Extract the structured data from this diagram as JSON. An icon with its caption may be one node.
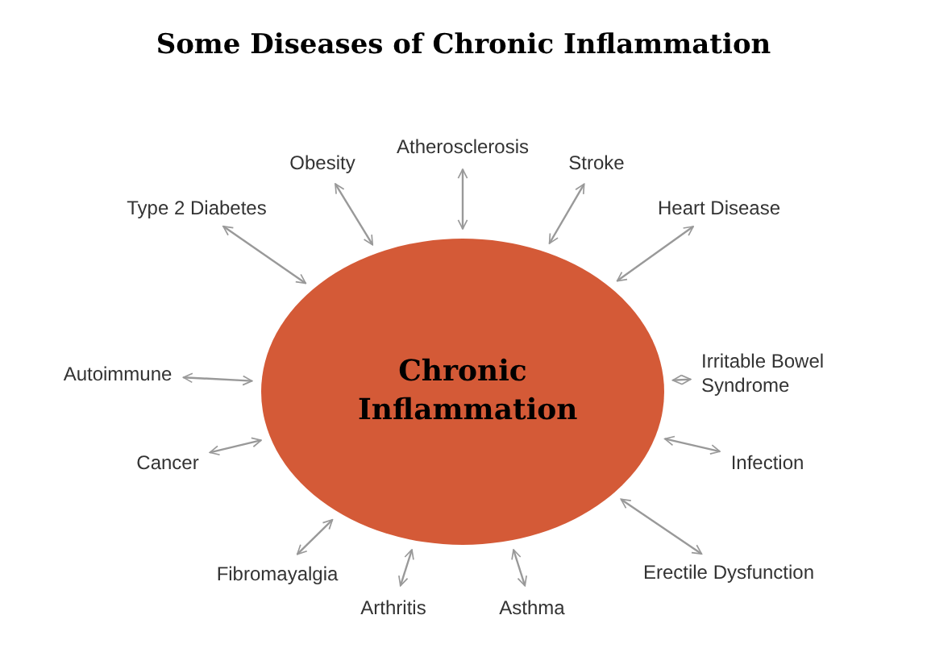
{
  "diagram": {
    "title": "Some Diseases of Chronic Inflammation",
    "nodes": [
      {
        "text": [
          "Chronic Inflammation"
        ]
      },
      {
        "text": [
          "Atherosclerosis"
        ]
      },
      {
        "text": [
          "Obesity"
        ]
      },
      {
        "text": [
          "Stroke"
        ]
      },
      {
        "text": [
          "Type 2 Diabetes"
        ]
      },
      {
        "text": [
          "Heart Disease"
        ]
      },
      {
        "text": [
          "Autoimmune"
        ]
      },
      {
        "text": [
          "Irritable Bowel Syndrome"
        ]
      },
      {
        "text": [
          "Cancer"
        ]
      },
      {
        "text": [
          "Infection"
        ]
      },
      {
        "text": [
          "Fibromayalgia"
        ]
      },
      {
        "text": [
          "Erectile Dysfunction"
        ]
      },
      {
        "text": [
          "Arthritis"
        ]
      },
      {
        "text": [
          "Asthma"
        ]
      }
    ],
    "edges": [
      {
        "from": 0,
        "to": 1,
        "arrow": "both"
      },
      {
        "from": 0,
        "to": 2,
        "arrow": "both"
      },
      {
        "from": 0,
        "to": 3,
        "arrow": "both"
      },
      {
        "from": 0,
        "to": 4,
        "arrow": "both"
      },
      {
        "from": 0,
        "to": 5,
        "arrow": "both"
      },
      {
        "from": 0,
        "to": 6,
        "arrow": "both"
      },
      {
        "from": 0,
        "to": 7,
        "arrow": "both"
      },
      {
        "from": 0,
        "to": 8,
        "arrow": "both"
      },
      {
        "from": 0,
        "to": 9,
        "arrow": "both"
      },
      {
        "from": 0,
        "to": 10,
        "arrow": "both"
      },
      {
        "from": 0,
        "to": 11,
        "arrow": "both"
      },
      {
        "from": 0,
        "to": 12,
        "arrow": "both"
      },
      {
        "from": 0,
        "to": 13,
        "arrow": "both"
      }
    ]
  }
}
